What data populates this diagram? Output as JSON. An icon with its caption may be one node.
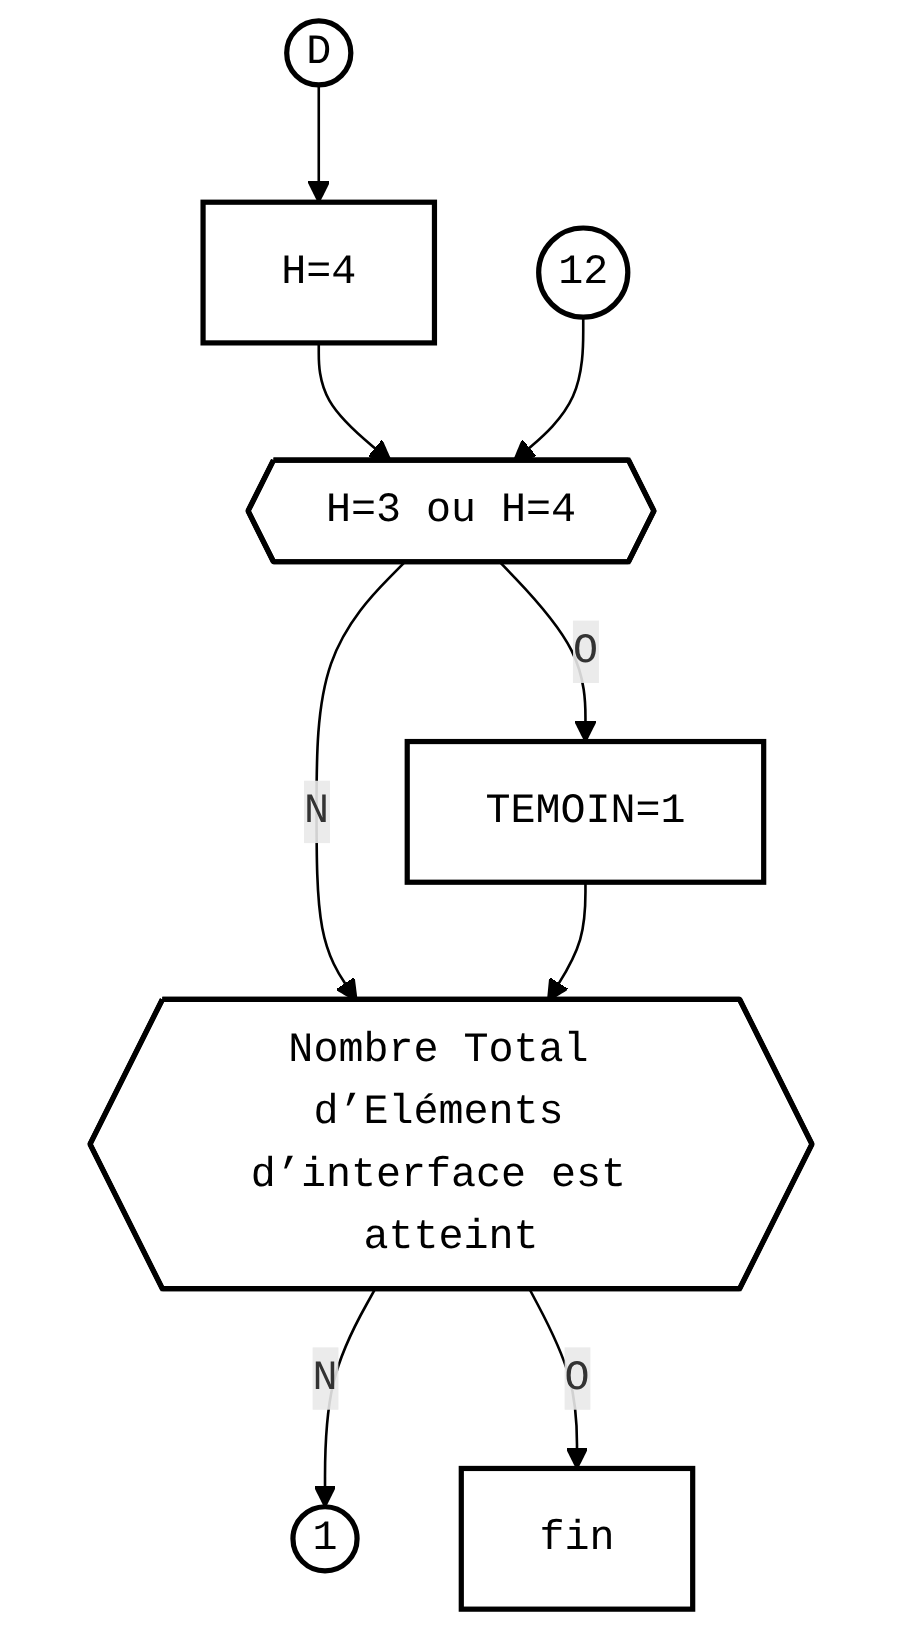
{
  "diagram": {
    "nodes": [
      {
        "text": [
          "D"
        ]
      },
      {
        "text": [
          "H=4"
        ]
      },
      {
        "text": [
          "12"
        ]
      },
      {
        "text": [
          "H=3 ou H=4"
        ]
      },
      {
        "text": [
          "TEMOIN=1"
        ]
      },
      {
        "text": [
          "Nombre Total d’Eléments d’interface est atteint"
        ]
      },
      {
        "text": [
          "1"
        ]
      },
      {
        "text": [
          "fin"
        ]
      }
    ],
    "edges": [
      {
        "from": 0,
        "to": 1,
        "arrow": "to"
      },
      {
        "from": 1,
        "to": 3,
        "arrow": "to"
      },
      {
        "from": 2,
        "to": 3,
        "arrow": "to"
      },
      {
        "from": 3,
        "to": 4,
        "label": "O",
        "arrow": "to"
      },
      {
        "from": 3,
        "to": 5,
        "label": "N",
        "arrow": "to"
      },
      {
        "from": 4,
        "to": 5,
        "arrow": "to"
      },
      {
        "from": 5,
        "to": 6,
        "label": "N",
        "arrow": "to"
      },
      {
        "from": 5,
        "to": 7,
        "label": "O",
        "arrow": "to"
      }
    ]
  }
}
